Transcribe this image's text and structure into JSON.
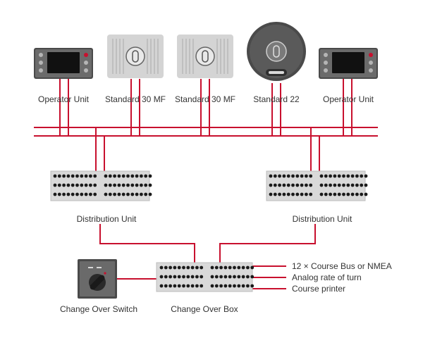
{
  "colors": {
    "wire": "#c8102e",
    "device_dark": "#4a4a4a",
    "device_dark_face": "#6b6b6b",
    "device_light": "#d4d4d4",
    "screen": "#111111",
    "terminal_box": "#d9d9d9",
    "terminal_dot": "#1a1a1a",
    "label": "#333333"
  },
  "devices": {
    "operator_unit_left": {
      "label": "Operator Unit",
      "icon": "operator-panel-icon"
    },
    "standard_30_mf_1": {
      "label": "Standard 30 MF",
      "icon": "gyro-compass-icon"
    },
    "standard_30_mf_2": {
      "label": "Standard 30 MF",
      "icon": "gyro-compass-icon"
    },
    "standard_22": {
      "label": "Standard 22",
      "icon": "round-gyro-compass-icon"
    },
    "operator_unit_right": {
      "label": "Operator Unit",
      "icon": "operator-panel-icon"
    }
  },
  "distribution": {
    "left": {
      "label": "Distribution Unit"
    },
    "right": {
      "label": "Distribution Unit"
    }
  },
  "changeover": {
    "switch_label": "Change Over Switch",
    "box_label": "Change Over Box"
  },
  "outputs": [
    "12 × Course Bus or NMEA",
    "Analog rate of turn",
    "Course printer"
  ]
}
